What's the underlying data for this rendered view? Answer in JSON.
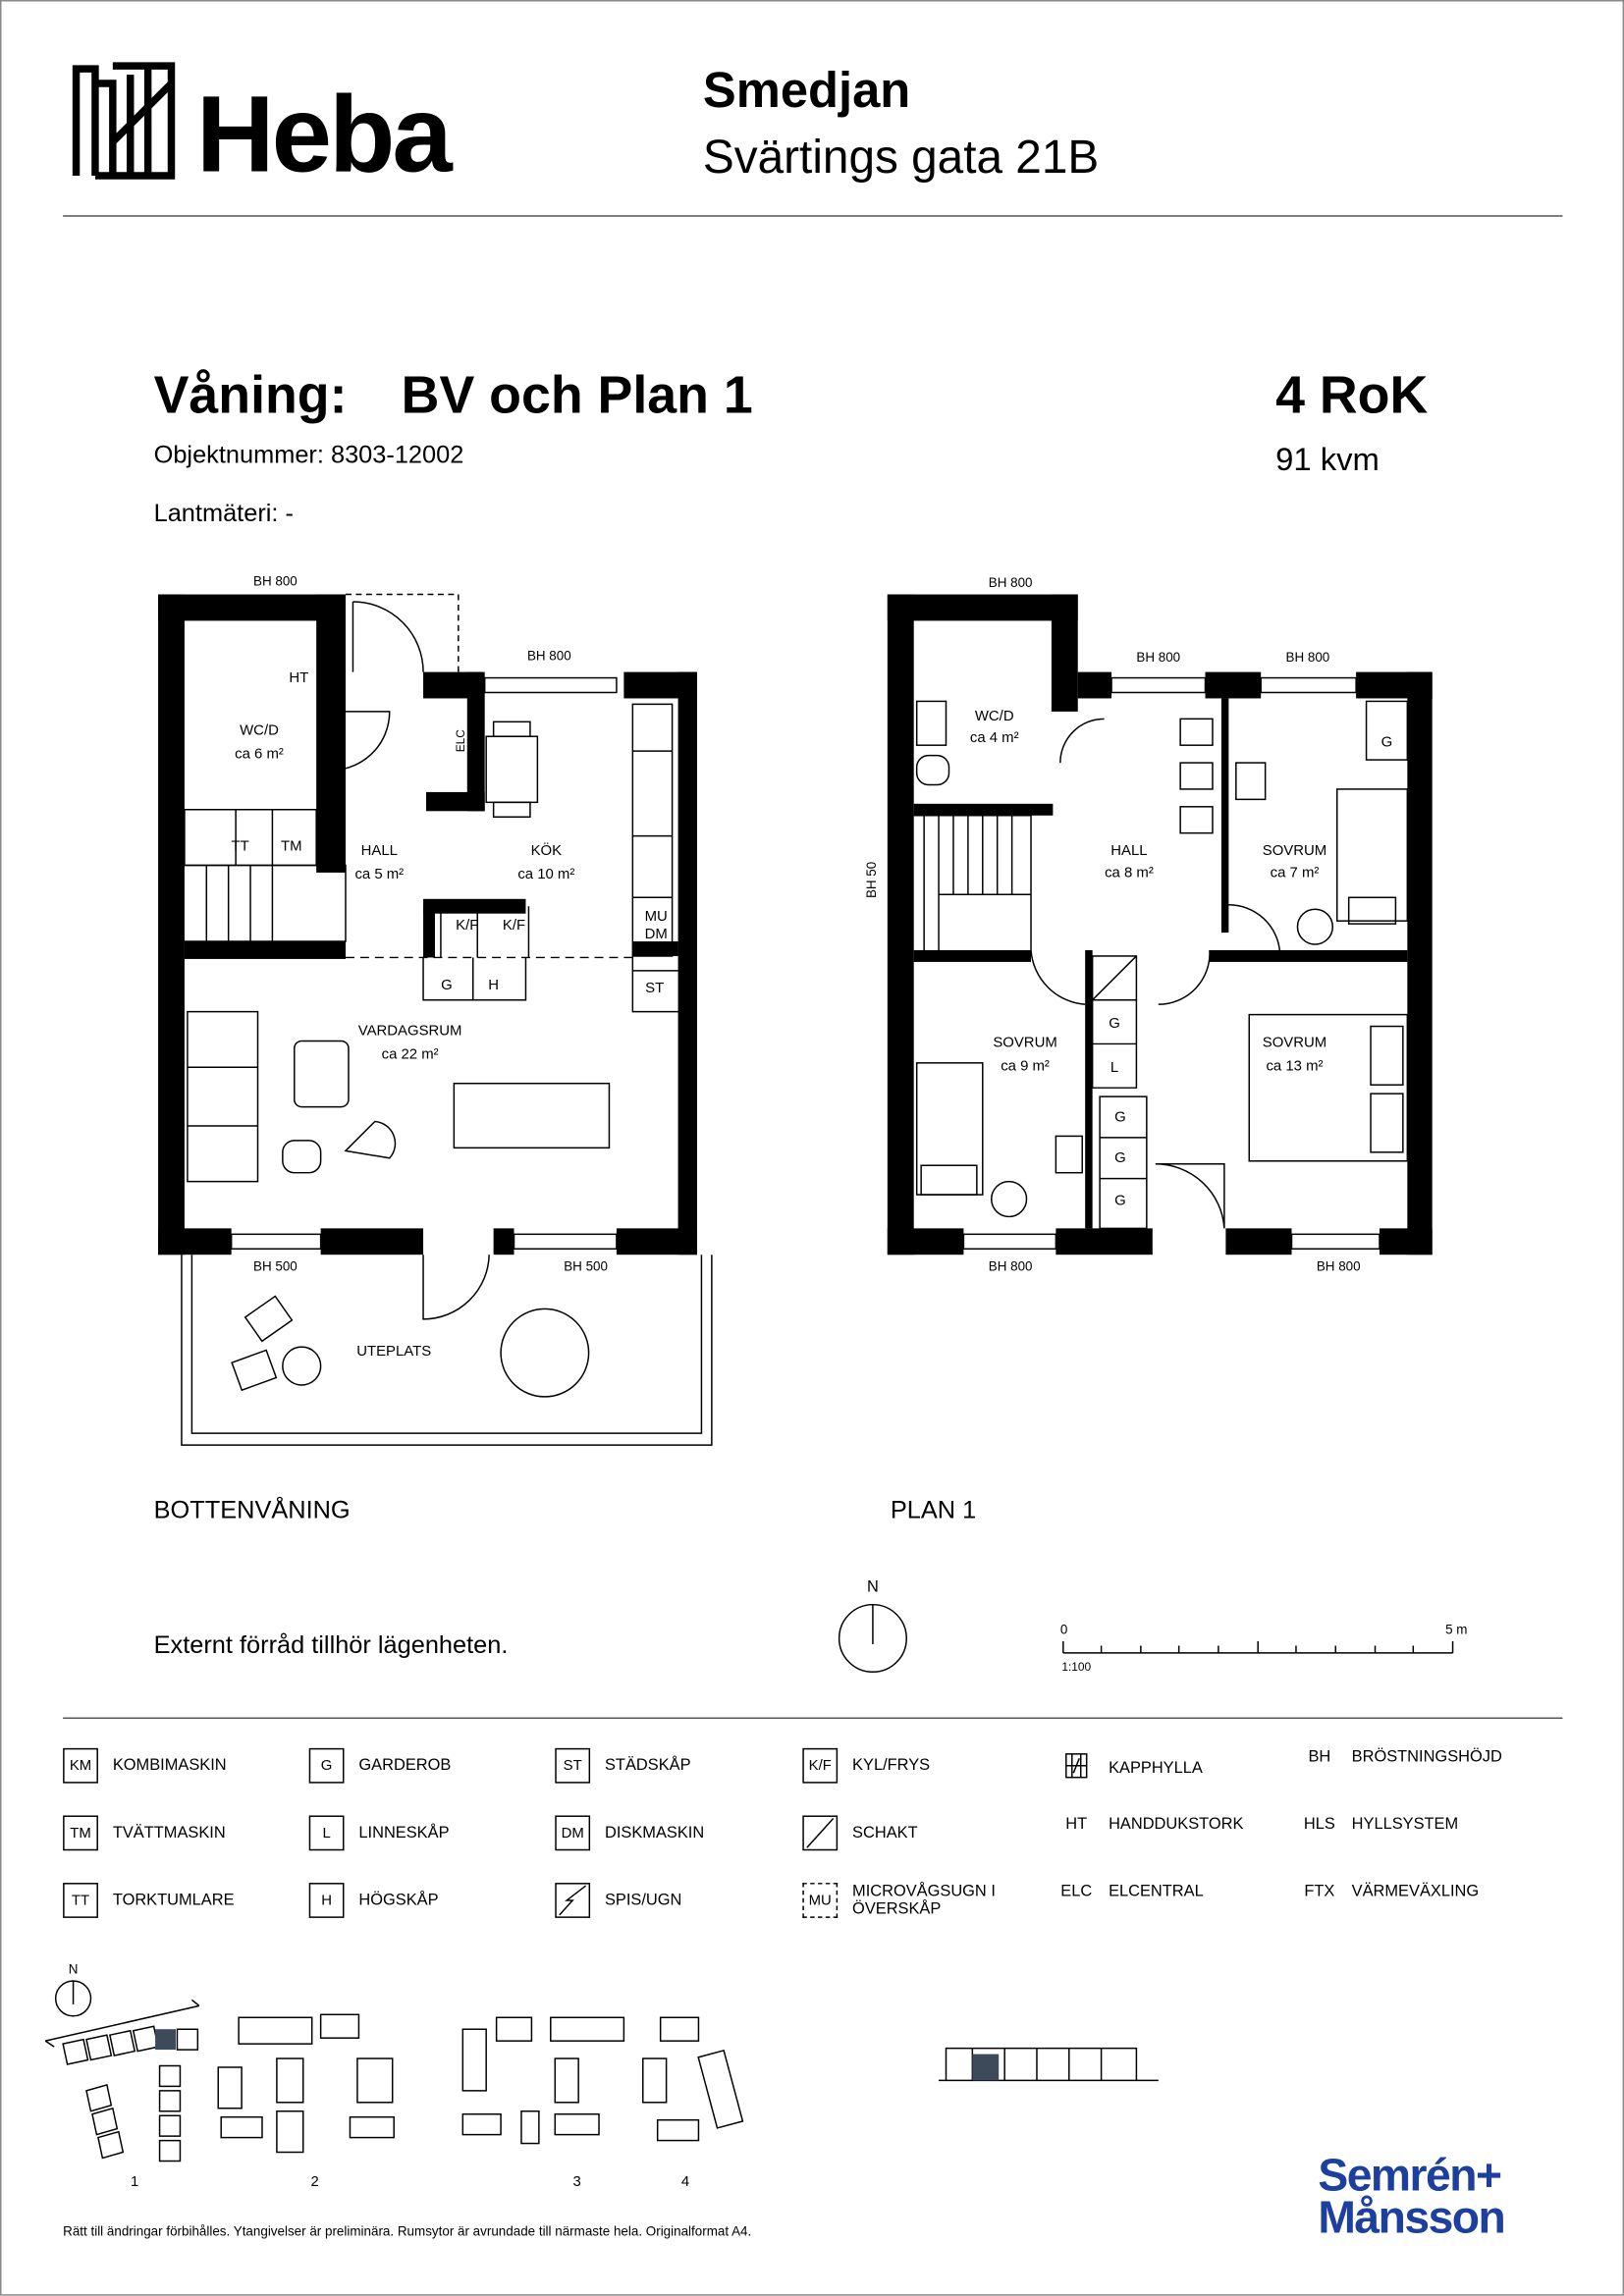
{
  "header": {
    "logo_text": "Heba",
    "project": "Smedjan",
    "address": "Svärtings gata 21B"
  },
  "title": {
    "label": "Våning:",
    "floors": "BV och Plan 1",
    "type": "4 RoK",
    "area": "91 kvm",
    "object_number": "Objektnummer: 8303-12002",
    "survey": "Lantmäteri: -"
  },
  "plan_ground": {
    "name": "BOTTENVÅNING",
    "bh_top": "BH 800",
    "bh_kitchen": "BH 800",
    "bh_bottom_left": "BH 500",
    "bh_bottom_right": "BH 500",
    "rooms": [
      {
        "name": "WC/D",
        "area": "ca 6 m²"
      },
      {
        "name": "HALL",
        "area": "ca 5 m²"
      },
      {
        "name": "KÖK",
        "area": "ca 10 m²"
      },
      {
        "name": "VARDAGSRUM",
        "area": "ca 22 m²"
      },
      {
        "name": "UTEPLATS",
        "area": ""
      }
    ],
    "fixtures": {
      "ht": "HT",
      "elc": "ELC",
      "tt": "TT",
      "tm": "TM",
      "kf1": "K/F",
      "kf2": "K/F",
      "mu": "MU",
      "dm": "DM",
      "g": "G",
      "h": "H",
      "st": "ST"
    }
  },
  "plan_upper": {
    "name": "PLAN 1",
    "bh_top_left": "BH 800",
    "bh_top_mid": "BH 800",
    "bh_top_right": "BH 800",
    "bh_side": "BH 50",
    "bh_bottom_left": "BH 800",
    "bh_bottom_right": "BH 800",
    "rooms": [
      {
        "name": "WC/D",
        "area": "ca 4 m²"
      },
      {
        "name": "HALL",
        "area": "ca 8 m²"
      },
      {
        "name": "SOVRUM",
        "area": "ca 7 m²"
      },
      {
        "name": "SOVRUM",
        "area": "ca 9 m²"
      },
      {
        "name": "SOVRUM",
        "area": "ca 13 m²"
      }
    ],
    "fixtures": {
      "g_top": "G",
      "g1": "G",
      "l": "L",
      "g2": "G",
      "g3": "G",
      "g4": "G"
    }
  },
  "note": "Externt förråd tillhör lägenheten.",
  "compass": {
    "north": "N"
  },
  "scale": {
    "start": "0",
    "end": "5 m",
    "ratio": "1:100"
  },
  "legend": [
    {
      "code": "KM",
      "label": "KOMBIMASKIN",
      "style": "box"
    },
    {
      "code": "G",
      "label": "GARDEROB",
      "style": "box"
    },
    {
      "code": "ST",
      "label": "STÄDSKÅP",
      "style": "box"
    },
    {
      "code": "K/F",
      "label": "KYL/FRYS",
      "style": "box"
    },
    {
      "code": "",
      "label": "KAPPHYLLA",
      "style": "kapphylla"
    },
    {
      "code": "BH",
      "label": "BRÖSTNINGSHÖJD",
      "style": "plain"
    },
    {
      "code": "TM",
      "label": "TVÄTTMASKIN",
      "style": "box"
    },
    {
      "code": "L",
      "label": "LINNESKÅP",
      "style": "box"
    },
    {
      "code": "DM",
      "label": "DISKMASKIN",
      "style": "box"
    },
    {
      "code": "",
      "label": "SCHAKT",
      "style": "schakt"
    },
    {
      "code": "HT",
      "label": "HANDDUKSTORK",
      "style": "plain"
    },
    {
      "code": "HLS",
      "label": "HYLLSYSTEM",
      "style": "plain"
    },
    {
      "code": "TT",
      "label": "TORKTUMLARE",
      "style": "box"
    },
    {
      "code": "H",
      "label": "HÖGSKÅP",
      "style": "box"
    },
    {
      "code": "",
      "label": "SPIS/UGN",
      "style": "spis"
    },
    {
      "code": "MU",
      "label": "MICROVÅGSUGN I ÖVERSKÅP",
      "style": "dashed"
    },
    {
      "code": "ELC",
      "label": "ELCENTRAL",
      "style": "plain"
    },
    {
      "code": "FTX",
      "label": "VÄRMEVÄXLING",
      "style": "plain"
    }
  ],
  "site": {
    "north": "N",
    "numbers": [
      "1",
      "2",
      "3",
      "4"
    ]
  },
  "footer": {
    "disclaimer": "Rätt till ändringar förbihålles. Ytangivelser är preliminära. Rumsytor är avrundade till närmaste hela. Originalformat A4.",
    "architect_line1": "Semrén+",
    "architect_line2": "Månsson"
  },
  "colors": {
    "architect": "#1d3f9e",
    "highlight": "#3d4a5a"
  }
}
